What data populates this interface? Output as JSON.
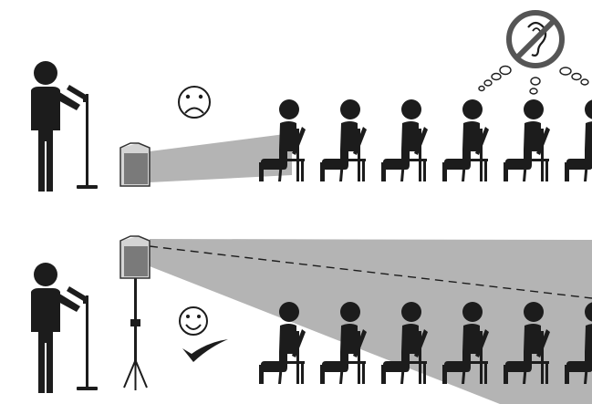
{
  "colors": {
    "figure": "#1c1c1c",
    "beam": "#b4b4b4",
    "speaker_body": "#7a7a7a",
    "speaker_front": "#d4d4d4",
    "stroke": "#333333",
    "prohibition": "#555555",
    "background": "#ffffff"
  },
  "scenes": [
    {
      "id": "bad-setup",
      "speaker_placement": "floor",
      "mood_icon": "sad-face-icon",
      "audience_count": 6,
      "thought_bubble_icon": "no-hearing-icon"
    },
    {
      "id": "good-setup",
      "speaker_placement": "tripod-stand",
      "mood_icon": "happy-face-icon",
      "approval_icon": "checkmark-icon",
      "audience_count": 6
    }
  ]
}
